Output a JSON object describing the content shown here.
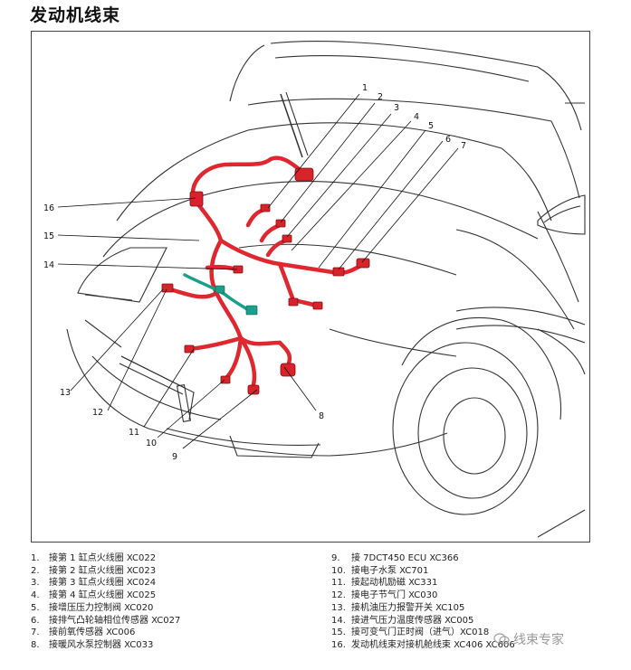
{
  "title": "发动机线束",
  "callouts": [
    "1",
    "2",
    "3",
    "4",
    "5",
    "6",
    "7",
    "8",
    "9",
    "10",
    "11",
    "12",
    "13",
    "14",
    "15",
    "16"
  ],
  "legend": [
    {
      "num": "1.",
      "text": "接第 1 缸点火线圈 XC022"
    },
    {
      "num": "2.",
      "text": "接第 2 缸点火线圈 XC023"
    },
    {
      "num": "3.",
      "text": "接第 3 缸点火线圈 XC024"
    },
    {
      "num": "4.",
      "text": "接第 4 缸点火线圈 XC025"
    },
    {
      "num": "5.",
      "text": "接增压压力控制阀 XC020"
    },
    {
      "num": "6.",
      "text": "接排气凸轮轴相位传感器 XC027"
    },
    {
      "num": "7.",
      "text": "接前氧传感器 XC006"
    },
    {
      "num": "8.",
      "text": "接暖风水泵控制器 XC033"
    },
    {
      "num": "9.",
      "text": "接 7DCT450 ECU XC366"
    },
    {
      "num": "10.",
      "text": "接电子水泵 XC701"
    },
    {
      "num": "11.",
      "text": "接起动机励磁 XC331"
    },
    {
      "num": "12.",
      "text": "接电子节气门 XC030"
    },
    {
      "num": "13.",
      "text": "接机油压力报警开关 XC105"
    },
    {
      "num": "14.",
      "text": "接进气压力温度传感器 XC005"
    },
    {
      "num": "15.",
      "text": "接可变气门正时阀（进气）XC018"
    },
    {
      "num": "16.",
      "text": "发动机线束对接机舱线束 XC406 XC606"
    }
  ],
  "watermark": "线束专家",
  "colors": {
    "harness": "#e0262e",
    "connector_teal": "#1a9f8a",
    "outline": "#333333"
  }
}
